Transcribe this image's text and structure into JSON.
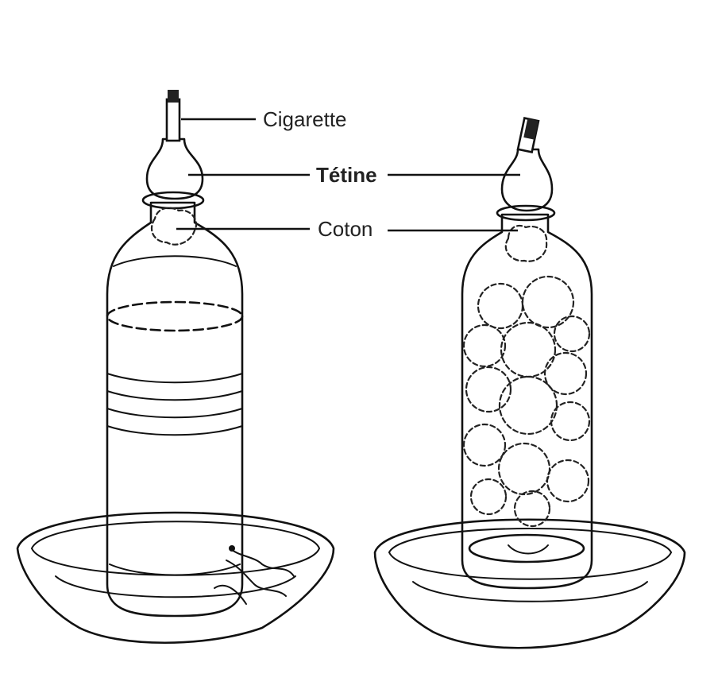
{
  "labels": {
    "cigarette": "Cigarette",
    "tetine": "Tétine",
    "coton": "Coton"
  }
}
